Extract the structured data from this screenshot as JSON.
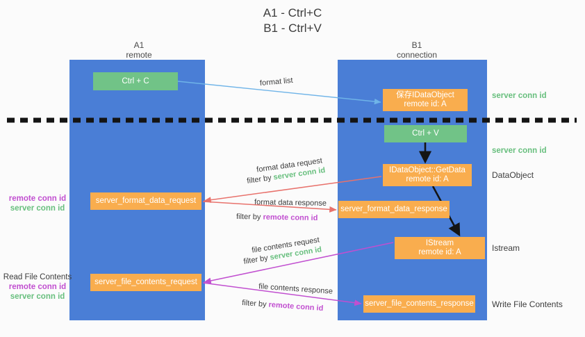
{
  "title": {
    "line1": "A1 - Ctrl+C",
    "line2": "B1 - Ctrl+V"
  },
  "columns": {
    "a": {
      "name": "A1",
      "role": "remote"
    },
    "b": {
      "name": "B1",
      "role": "connection"
    }
  },
  "boxes": {
    "ctrl_c": {
      "line1": "Ctrl + C",
      "line2": "",
      "color": "#71c387"
    },
    "idataobject": {
      "line1": "保存IDataObject",
      "line2": "remote id: A",
      "color": "#f9ad4e"
    },
    "ctrl_v": {
      "line1": "Ctrl + V",
      "line2": "",
      "color": "#71c387"
    },
    "getdata": {
      "line1": "IDataObject::GetData",
      "line2": "remote id: A",
      "color": "#f9ad4e"
    },
    "format_data_request": {
      "line1": "server_format_data_request",
      "line2": "",
      "color": "#f9ad4e"
    },
    "format_data_response": {
      "line1": "server_format_data_response",
      "line2": "",
      "color": "#f9ad4e"
    },
    "istream": {
      "line1": "IStream",
      "line2": "remote id: A",
      "color": "#f9ad4e"
    },
    "file_contents_request": {
      "line1": "server_file_contents_request",
      "line2": "",
      "color": "#f9ad4e"
    },
    "file_contents_response": {
      "line1": "server_file_contents_response",
      "line2": "",
      "color": "#f9ad4e"
    }
  },
  "captions": {
    "format_list": "format list",
    "format_data_request": "format data request",
    "format_data_request_filter_prefix": "filter by ",
    "format_data_request_filter_value": "server conn id",
    "format_data_response": "format data response",
    "format_data_response_filter_prefix": "filter by ",
    "format_data_response_filter_value": "remote conn id",
    "file_contents_request": "file contents request",
    "file_contents_request_filter_prefix": "filter by ",
    "file_contents_request_filter_value": "server conn id",
    "file_contents_response": "file contents response",
    "file_contents_response_filter_prefix": "filter by ",
    "file_contents_response_filter_value": "remote conn id"
  },
  "right_annotations": {
    "server_conn_id_top": "server conn id",
    "server_conn_id_mid": "server conn id",
    "dataobject": "DataObject",
    "istream": "Istream",
    "write_file_contents": "Write File Contents"
  },
  "left_annotations": {
    "group1_remote": "remote conn id",
    "group1_server": "server conn id",
    "read_file_contents": "Read File Contents",
    "group2_remote": "remote conn id",
    "group2_server": "server conn id"
  },
  "colors": {
    "lane": "#4a7ed6",
    "green_box": "#71c387",
    "orange_box": "#f9ad4e",
    "server_conn_id": "#68bf7e",
    "remote_conn_id": "#c14fd0",
    "arrow_blue": "#6fb4e8",
    "arrow_red": "#e8726c",
    "arrow_magenta": "#c14fd0",
    "arrow_dark": "#1a1a1a",
    "divider": "#1a1a1a",
    "background": "#fbfbfb"
  }
}
